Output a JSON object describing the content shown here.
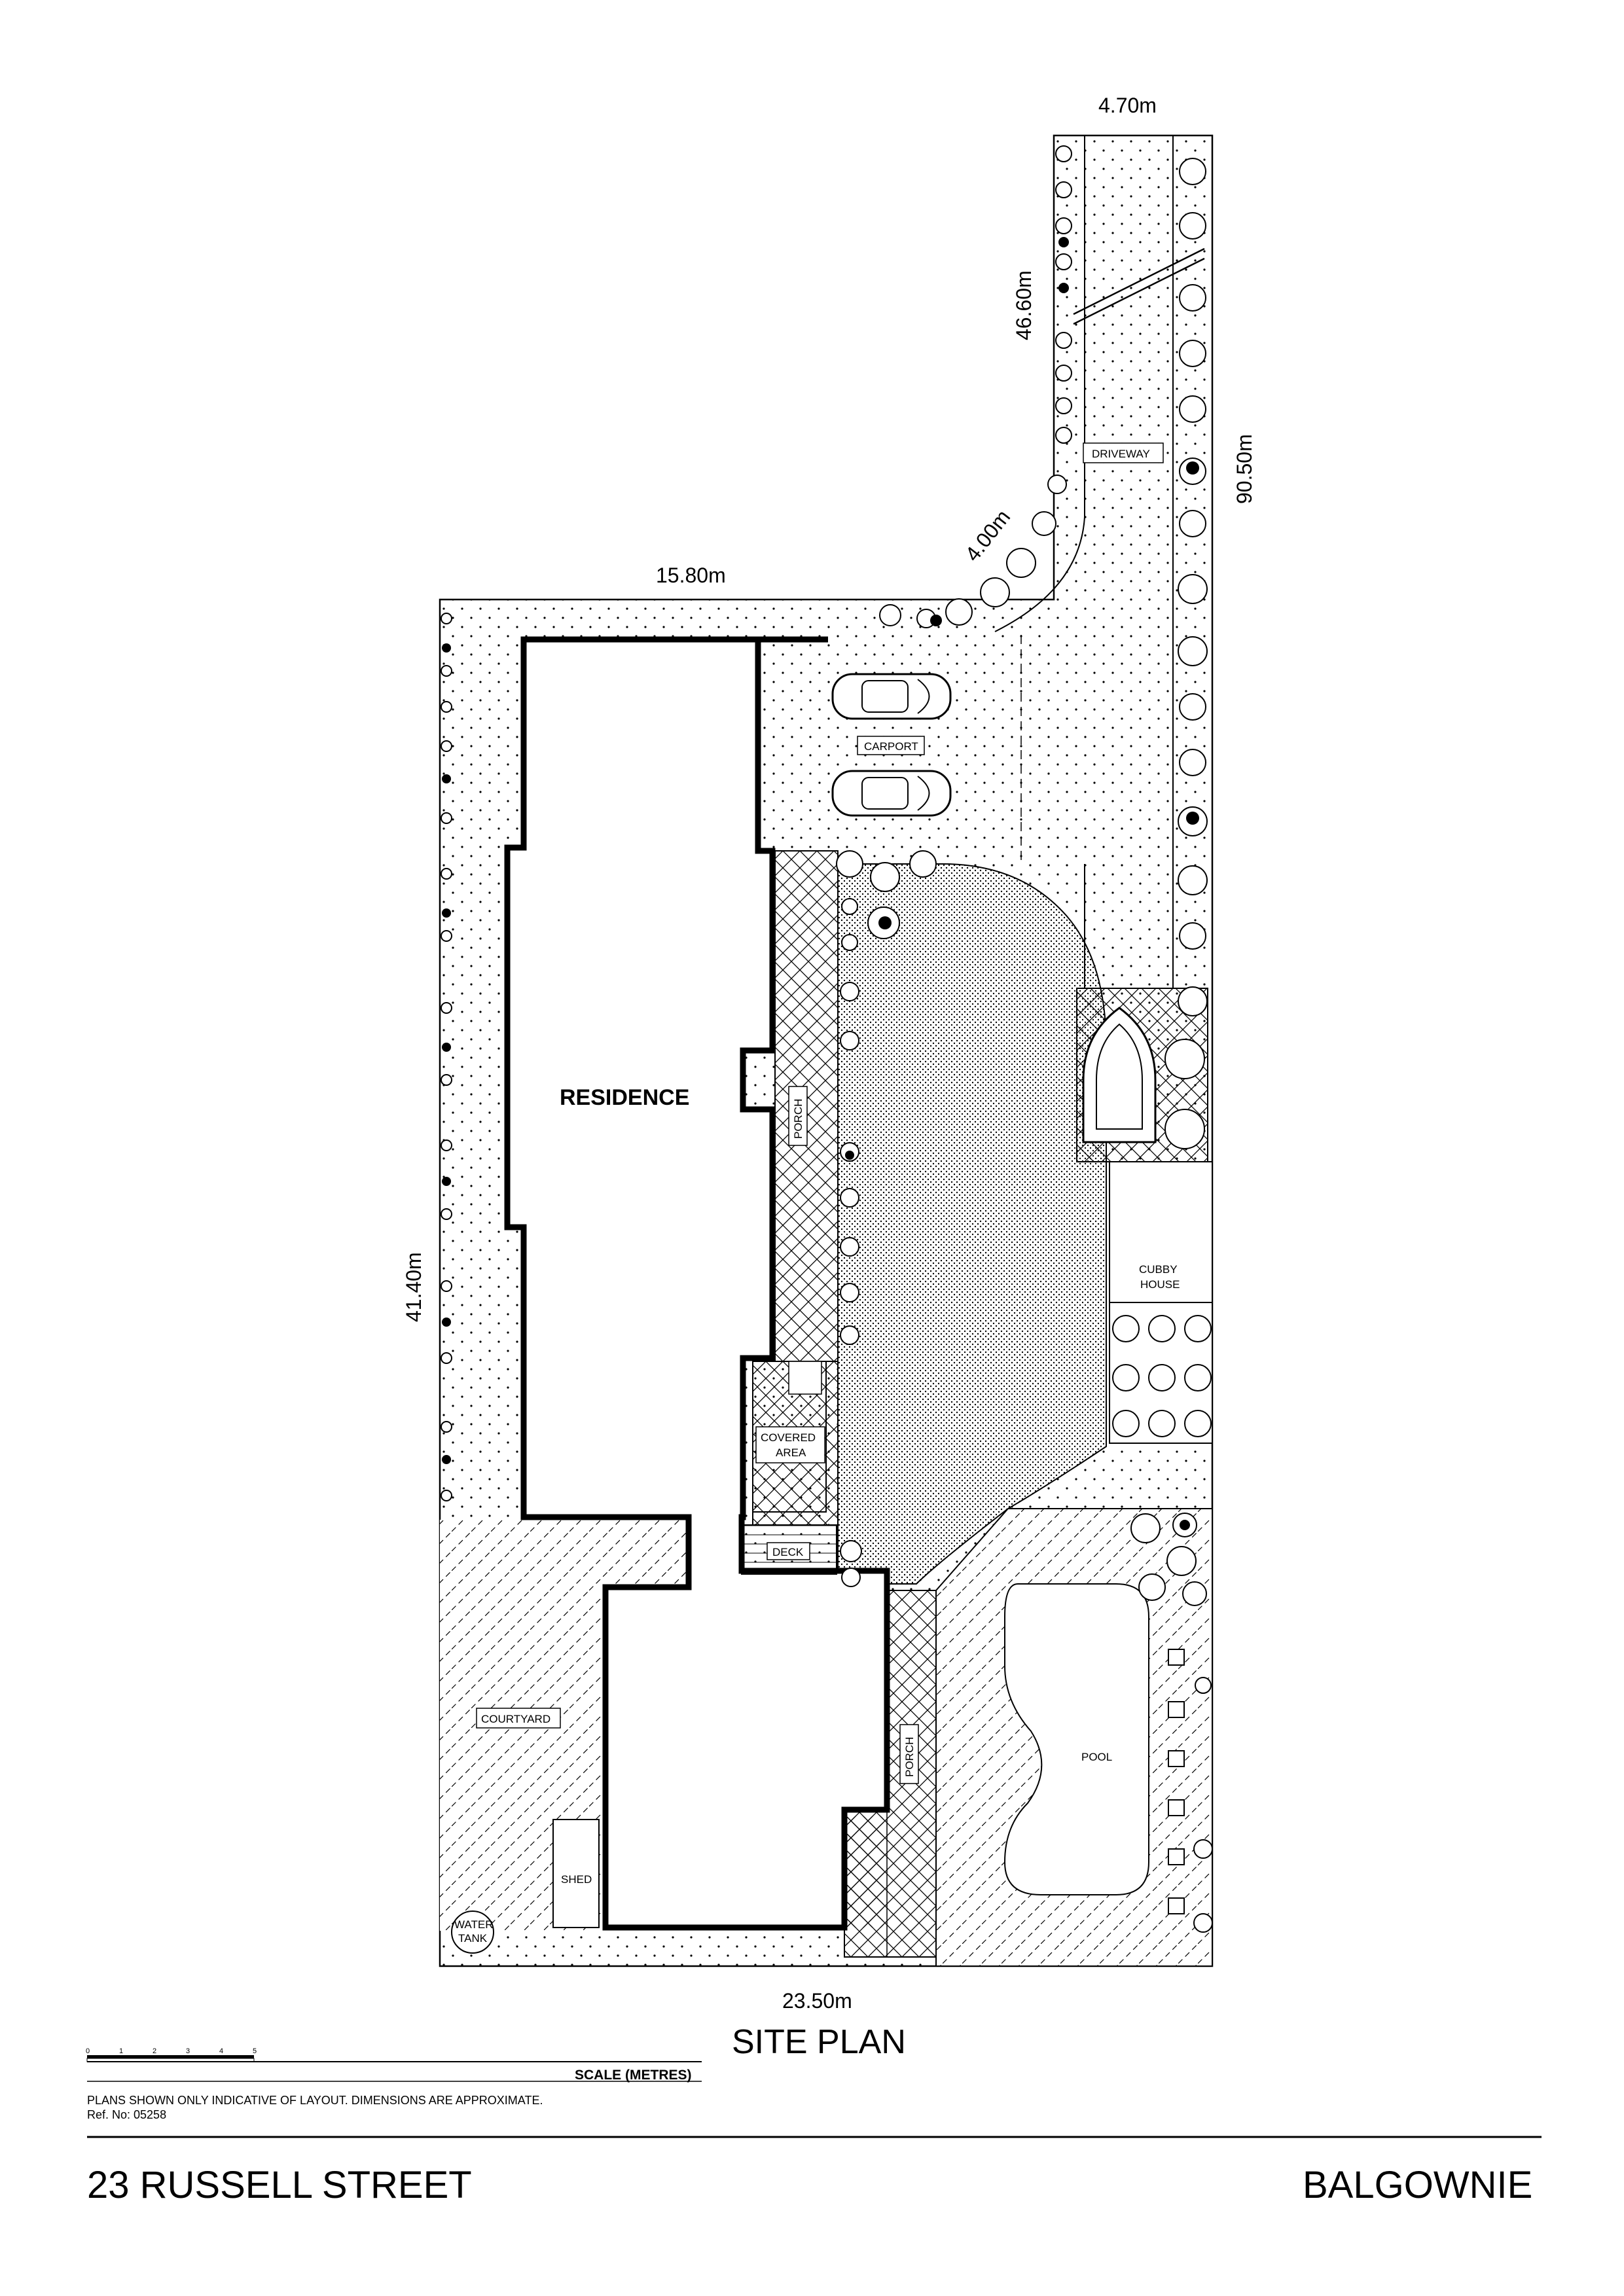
{
  "plan": {
    "title": "SITE PLAN",
    "address": "23 RUSSELL STREET",
    "suburb": "BALGOWNIE",
    "scale_label": "SCALE (METRES)",
    "scale_ticks": [
      "0",
      "1",
      "2",
      "3",
      "4",
      "5"
    ],
    "disclaimer": "PLANS SHOWN ONLY INDICATIVE OF LAYOUT.  DIMENSIONS ARE APPROXIMATE.",
    "ref": "Ref. No: 05258"
  },
  "dimensions": {
    "top": "4.70m",
    "diagonal": "46.60m",
    "right": "90.50m",
    "corner": "4.00m",
    "upper_left": "15.80m",
    "left": "41.40m",
    "bottom": "23.50m"
  },
  "areas": {
    "residence": "RESIDENCE",
    "driveway": "DRIVEWAY",
    "carport": "CARPORT",
    "porch_upper": "PORCH",
    "porch_lower": "PORCH",
    "covered_1": "COVERED",
    "covered_2": "AREA",
    "deck": "DECK",
    "cubby_1": "CUBBY",
    "cubby_2": "HOUSE",
    "courtyard": "COURTYARD",
    "shed": "SHED",
    "tank_1": "WATER",
    "tank_2": "TANK",
    "pool": "POOL"
  },
  "icons": [
    "car-icon",
    "boat-icon",
    "shrub-icon",
    "tree-icon",
    "stepping-stone-icon"
  ]
}
